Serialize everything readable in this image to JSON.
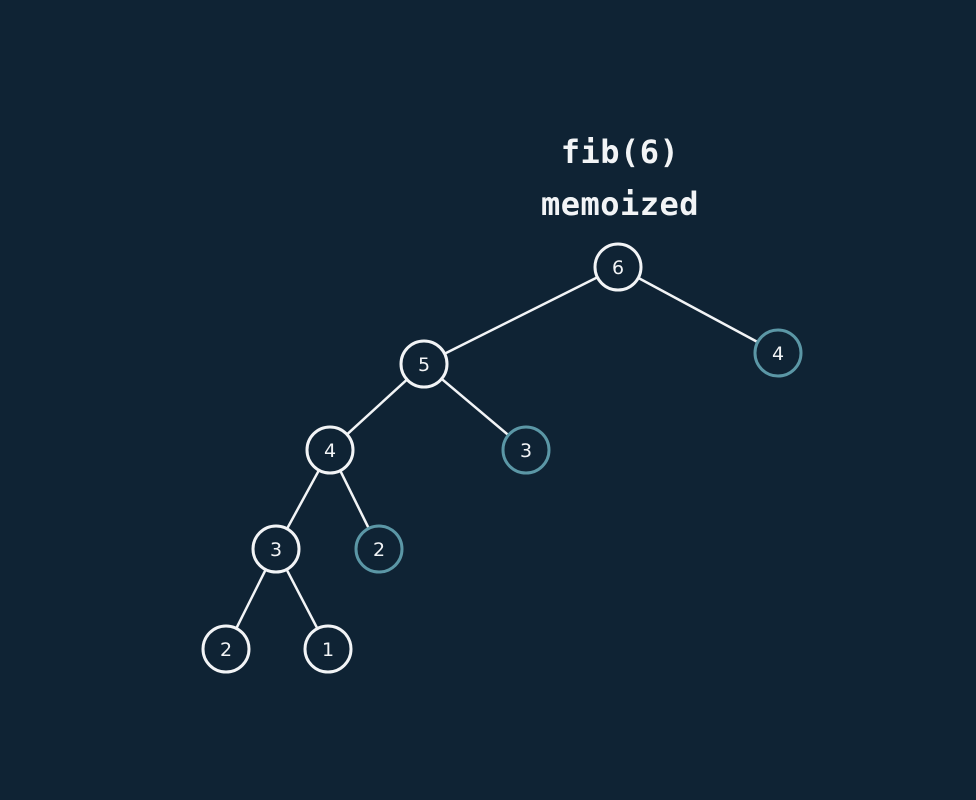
{
  "title": {
    "line1": "fib(6)",
    "line2": "memoized"
  },
  "colors": {
    "background": "#0f2334",
    "computed": "#f2f4f6",
    "memoized": "#5b97a6",
    "text": "#f2f4f6"
  },
  "tree": {
    "nodes": [
      {
        "id": "n6",
        "label": "6",
        "state": "computed"
      },
      {
        "id": "n5",
        "label": "5",
        "state": "computed"
      },
      {
        "id": "n4r",
        "label": "4",
        "state": "memoized"
      },
      {
        "id": "n4",
        "label": "4",
        "state": "computed"
      },
      {
        "id": "n3r",
        "label": "3",
        "state": "memoized"
      },
      {
        "id": "n3",
        "label": "3",
        "state": "computed"
      },
      {
        "id": "n2r",
        "label": "2",
        "state": "memoized"
      },
      {
        "id": "n2",
        "label": "2",
        "state": "computed"
      },
      {
        "id": "n1",
        "label": "1",
        "state": "computed"
      }
    ],
    "edges": [
      [
        "n6",
        "n5"
      ],
      [
        "n6",
        "n4r"
      ],
      [
        "n5",
        "n4"
      ],
      [
        "n5",
        "n3r"
      ],
      [
        "n4",
        "n3"
      ],
      [
        "n4",
        "n2r"
      ],
      [
        "n3",
        "n2"
      ],
      [
        "n3",
        "n1"
      ]
    ]
  }
}
